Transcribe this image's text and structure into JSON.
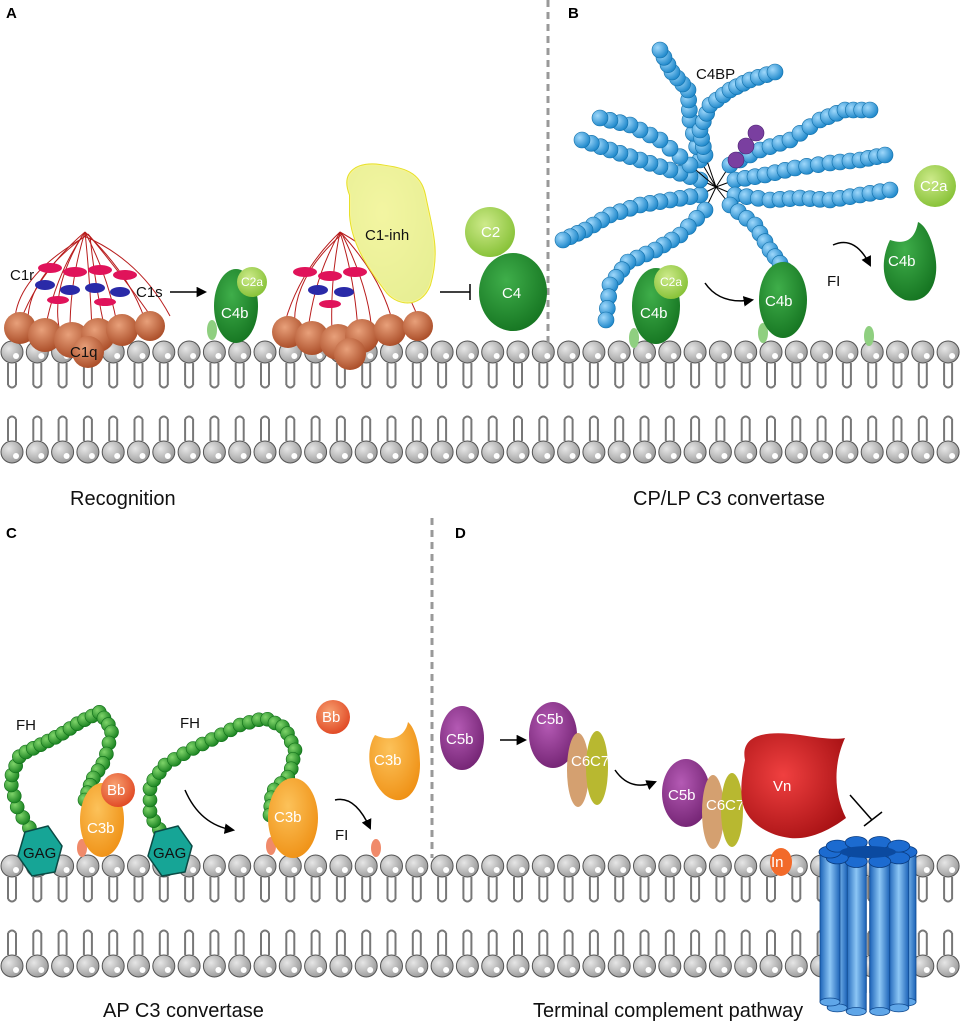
{
  "panels": {
    "A": {
      "letter": "A",
      "caption": "Recognition"
    },
    "B": {
      "letter": "B",
      "caption": "CP/LP C3 convertase"
    },
    "C": {
      "letter": "C",
      "caption": "AP C3 convertase"
    },
    "D": {
      "letter": "D",
      "caption": "Terminal complement pathway"
    }
  },
  "labels": {
    "c1r": "C1r",
    "c1s": "C1s",
    "c1q": "C1q",
    "c2a": "C2a",
    "c4b": "C4b",
    "c1inh": "C1-inh",
    "c2": "C2",
    "c4": "C4",
    "c4bp": "C4BP",
    "fi": "FI",
    "fh": "FH",
    "bb": "Bb",
    "c3b": "C3b",
    "gag": "GAG",
    "c5b": "C5b",
    "c6": "C6",
    "c7": "C7",
    "vn": "Vn",
    "in": "In"
  },
  "colors": {
    "membrane_head": "#b4b4b4",
    "c4b_green": "#1e8a2e",
    "c2a_light_green": "#9bd04a",
    "c1q_brown": "#b9562e",
    "c1inh_yellow": "#f9f7a6",
    "c4bp_blue": "#2ea0e0",
    "c4bp_purple": "#7a3fa0",
    "fh_green": "#2a9d30",
    "c3b_orange": "#f4a020",
    "bb_red": "#e8502a",
    "gag_teal": "#1aa89a",
    "c5b_purple": "#8a2f8a",
    "c6_tan": "#d4a070",
    "c7_olive": "#b8b830",
    "vn_red": "#c8181c",
    "mac_blue": "#2a7fd0"
  }
}
